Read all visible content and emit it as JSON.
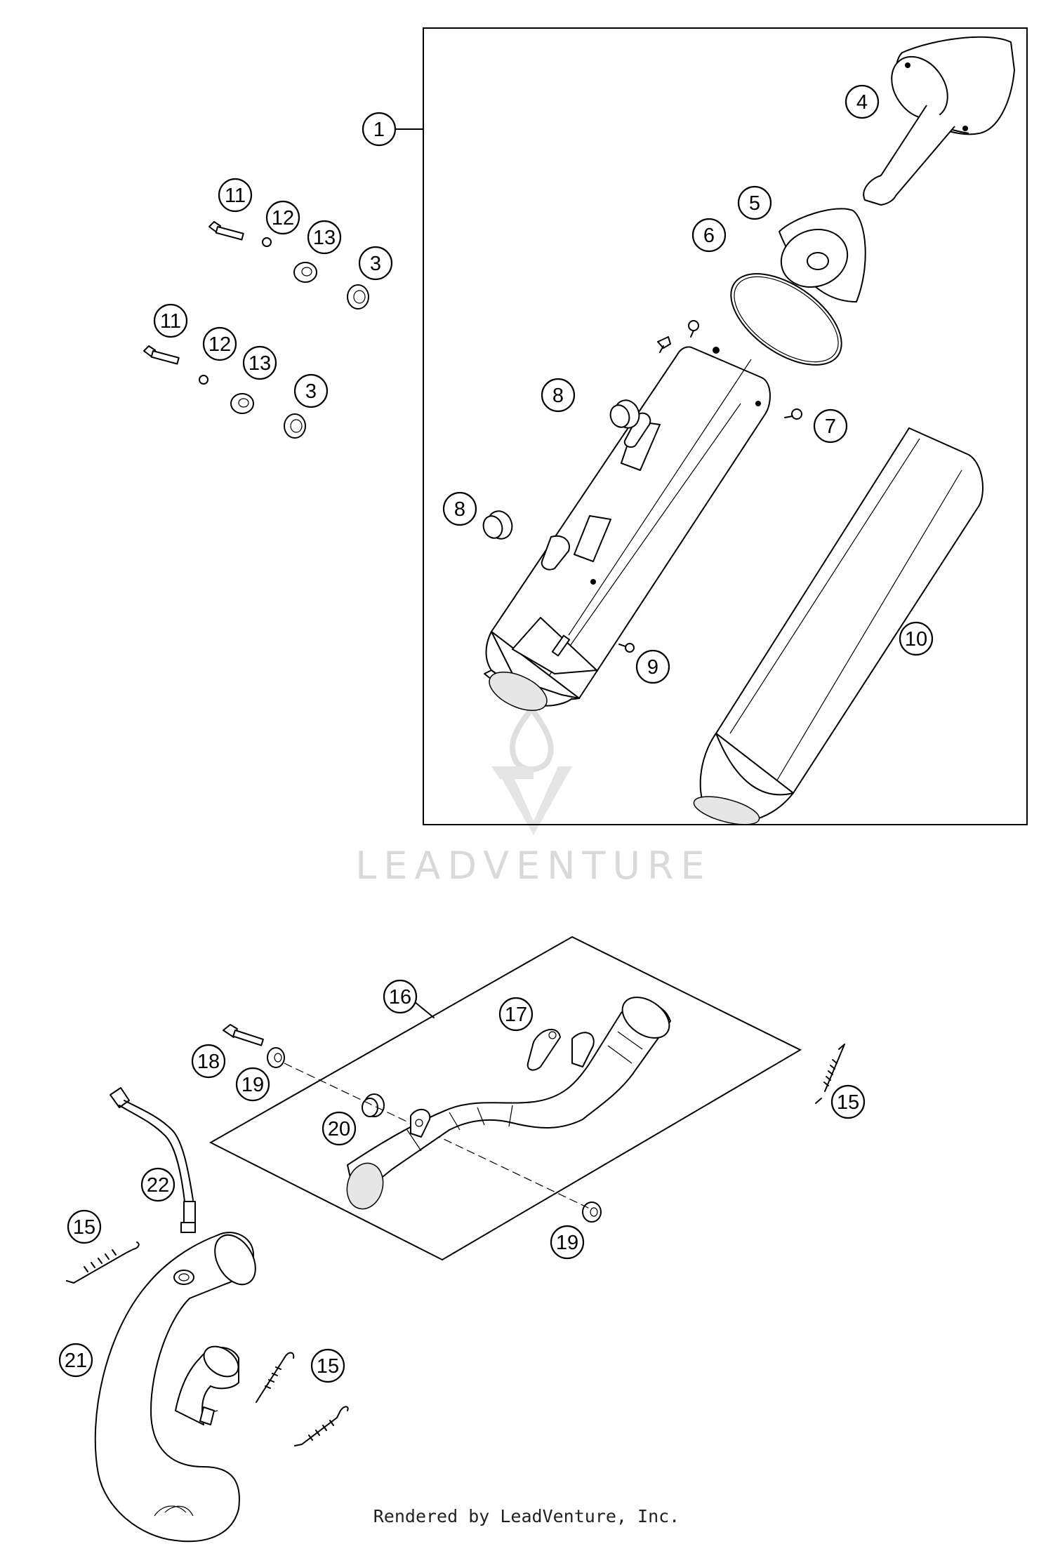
{
  "watermark": {
    "brand": "LEADVENTURE"
  },
  "footer": {
    "text": "Rendered by LeadVenture, Inc."
  },
  "callouts": {
    "c1": "1",
    "c4": "4",
    "c5": "5",
    "c6": "6",
    "c7": "7",
    "c8a": "8",
    "c8b": "8",
    "c9": "9",
    "c10": "10",
    "c11a": "11",
    "c12a": "12",
    "c13a": "13",
    "c3a": "3",
    "c11b": "11",
    "c12b": "12",
    "c13b": "13",
    "c3b": "3",
    "c16": "16",
    "c17": "17",
    "c18": "18",
    "c19a": "19",
    "c19b": "19",
    "c20": "20",
    "c15a": "15",
    "c15b": "15",
    "c15c": "15",
    "c21": "21",
    "c22": "22"
  },
  "colors": {
    "line": "#000000",
    "watermark": "#d9d9d9"
  }
}
